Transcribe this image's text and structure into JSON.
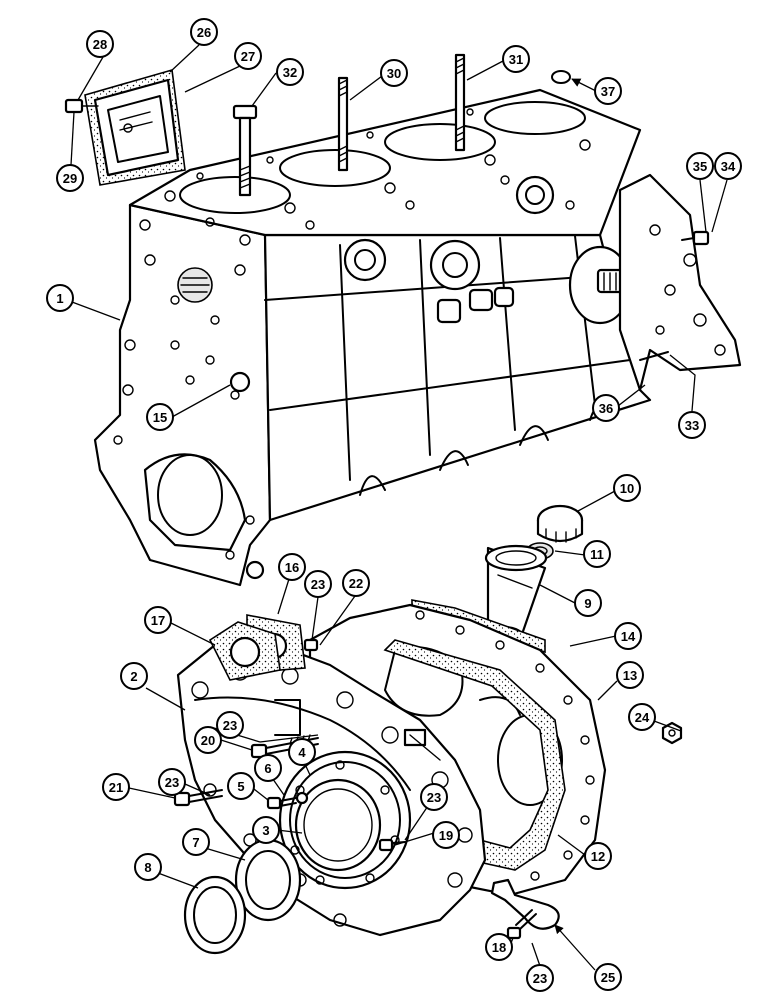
{
  "callouts": [
    {
      "id": "c1",
      "label": "1"
    },
    {
      "id": "c2",
      "label": "2"
    },
    {
      "id": "c3",
      "label": "3"
    },
    {
      "id": "c4",
      "label": "4"
    },
    {
      "id": "c5",
      "label": "5"
    },
    {
      "id": "c6",
      "label": "6"
    },
    {
      "id": "c7",
      "label": "7"
    },
    {
      "id": "c8",
      "label": "8"
    },
    {
      "id": "c9",
      "label": "9"
    },
    {
      "id": "c10",
      "label": "10"
    },
    {
      "id": "c11",
      "label": "11"
    },
    {
      "id": "c12",
      "label": "12"
    },
    {
      "id": "c13",
      "label": "13"
    },
    {
      "id": "c14",
      "label": "14"
    },
    {
      "id": "c15",
      "label": "15"
    },
    {
      "id": "c16",
      "label": "16"
    },
    {
      "id": "c17",
      "label": "17"
    },
    {
      "id": "c18",
      "label": "18"
    },
    {
      "id": "c19",
      "label": "19"
    },
    {
      "id": "c20",
      "label": "20"
    },
    {
      "id": "c21",
      "label": "21"
    },
    {
      "id": "c22",
      "label": "22"
    },
    {
      "id": "c23a",
      "label": "23"
    },
    {
      "id": "c23b",
      "label": "23"
    },
    {
      "id": "c23c",
      "label": "23"
    },
    {
      "id": "c23d",
      "label": "23"
    },
    {
      "id": "c23e",
      "label": "23"
    },
    {
      "id": "c24",
      "label": "24"
    },
    {
      "id": "c25",
      "label": "25"
    },
    {
      "id": "c26",
      "label": "26"
    },
    {
      "id": "c27",
      "label": "27"
    },
    {
      "id": "c28",
      "label": "28"
    },
    {
      "id": "c29",
      "label": "29"
    },
    {
      "id": "c30",
      "label": "30"
    },
    {
      "id": "c31",
      "label": "31"
    },
    {
      "id": "c32",
      "label": "32"
    },
    {
      "id": "c33",
      "label": "33"
    },
    {
      "id": "c34",
      "label": "34"
    },
    {
      "id": "c35",
      "label": "35"
    },
    {
      "id": "c36",
      "label": "36"
    },
    {
      "id": "c37",
      "label": "37"
    }
  ]
}
